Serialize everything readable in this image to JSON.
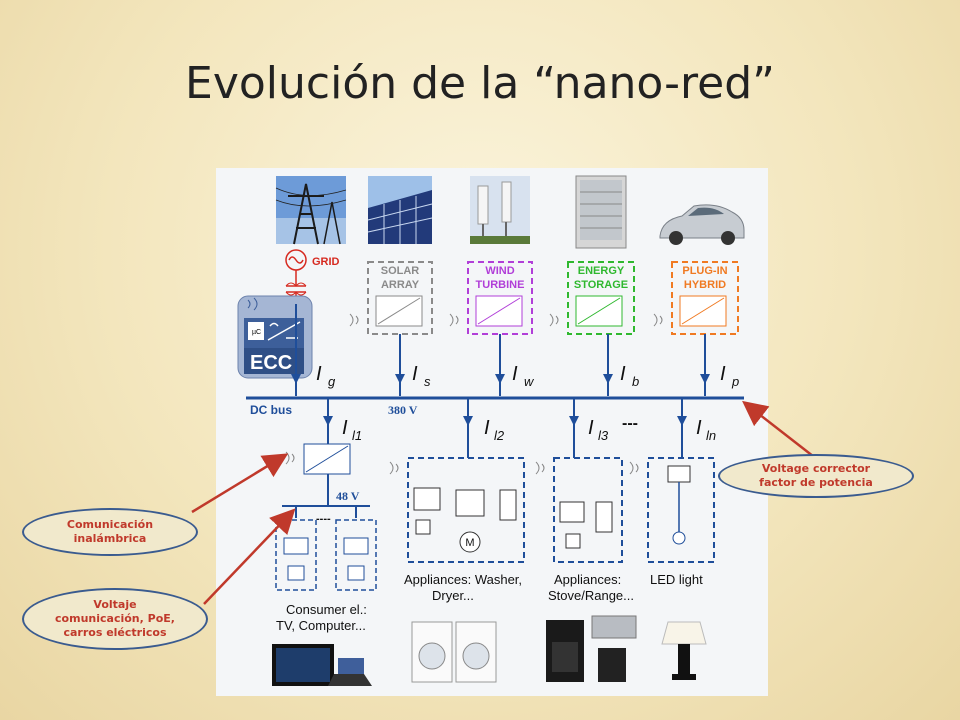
{
  "slide": {
    "title": "Evolución de la “nano-red”"
  },
  "sources": {
    "grid": "GRID",
    "solar": [
      "SOLAR",
      "ARRAY"
    ],
    "wind": [
      "WIND",
      "TURBINE"
    ],
    "storage": [
      "ENERGY",
      "STORAGE"
    ],
    "hybrid": [
      "PLUG-IN",
      "HYBRID"
    ],
    "ecc": "ECC",
    "uc": "µC"
  },
  "bus": {
    "label": "DC bus",
    "voltage": "380 V",
    "sub_voltage": "48 V",
    "ellipsis": "---",
    "sub_ellipsis": "----"
  },
  "currents": {
    "ig": "I",
    "ig_sub": "g",
    "is": "I",
    "is_sub": "s",
    "iw": "I",
    "iw_sub": "w",
    "ib": "I",
    "ib_sub": "b",
    "ip": "I",
    "ip_sub": "p",
    "il1": "I",
    "il1_sub": "l1",
    "il2": "I",
    "il2_sub": "l2",
    "il3": "I",
    "il3_sub": "l3",
    "iln": "I",
    "iln_sub": "ln"
  },
  "loads": {
    "consumer": [
      "Consumer el.:",
      "TV, Computer..."
    ],
    "washer": [
      "Appliances:  Washer,",
      "Dryer..."
    ],
    "stove": [
      "Appliances:",
      "Stove/Range..."
    ],
    "led": [
      "LED light"
    ],
    "motor": "M"
  },
  "callouts": {
    "wireless": [
      "Comunicación",
      "inalámbrica"
    ],
    "voltage": [
      "Voltaje",
      "comunicación, PoE,",
      "carros eléctricos"
    ],
    "pfc": [
      "Voltage corrector",
      "factor de potencia"
    ]
  },
  "colors": {
    "bus_blue": "#1f4e9a",
    "solar_gray": "#8a8a8a",
    "wind_purple": "#b13fd8",
    "storage_green": "#2fb82f",
    "hybrid_orange": "#f07a22",
    "grid_red": "#d62a20",
    "callout_red": "#c0392b"
  }
}
